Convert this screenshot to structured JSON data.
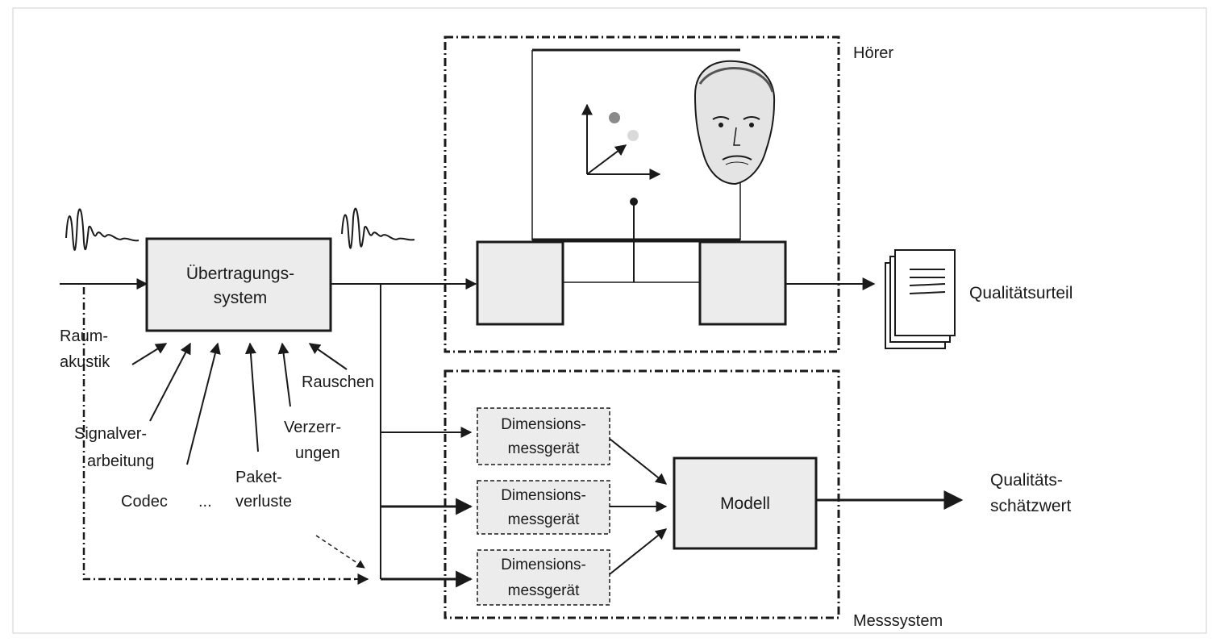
{
  "diagram": {
    "system_block": {
      "line1": "Übertragungs-",
      "line2": "system"
    },
    "listener_label": "Hörer",
    "measurement_label": "Messsystem",
    "quality_judgment": "Qualitätsurteil",
    "estimate": {
      "line1": "Qualitäts-",
      "line2": "schätzwert"
    },
    "model_label": "Modell",
    "dimension_meters": [
      {
        "line1": "Dimensions-",
        "line2": "messgerät"
      },
      {
        "line1": "Dimensions-",
        "line2": "messgerät"
      },
      {
        "line1": "Dimensions-",
        "line2": "messgerät"
      }
    ],
    "impairments": {
      "raum_1": "Raum-",
      "raum_2": "akustik",
      "signal_1": "Signalver-",
      "signal_2": "arbeitung",
      "codec": "Codec",
      "ellipsis": "...",
      "paket_1": "Paket-",
      "paket_2": "verluste",
      "verzerr_1": "Verzerr-",
      "verzerr_2": "ungen",
      "rauschen": "Rauschen"
    }
  }
}
